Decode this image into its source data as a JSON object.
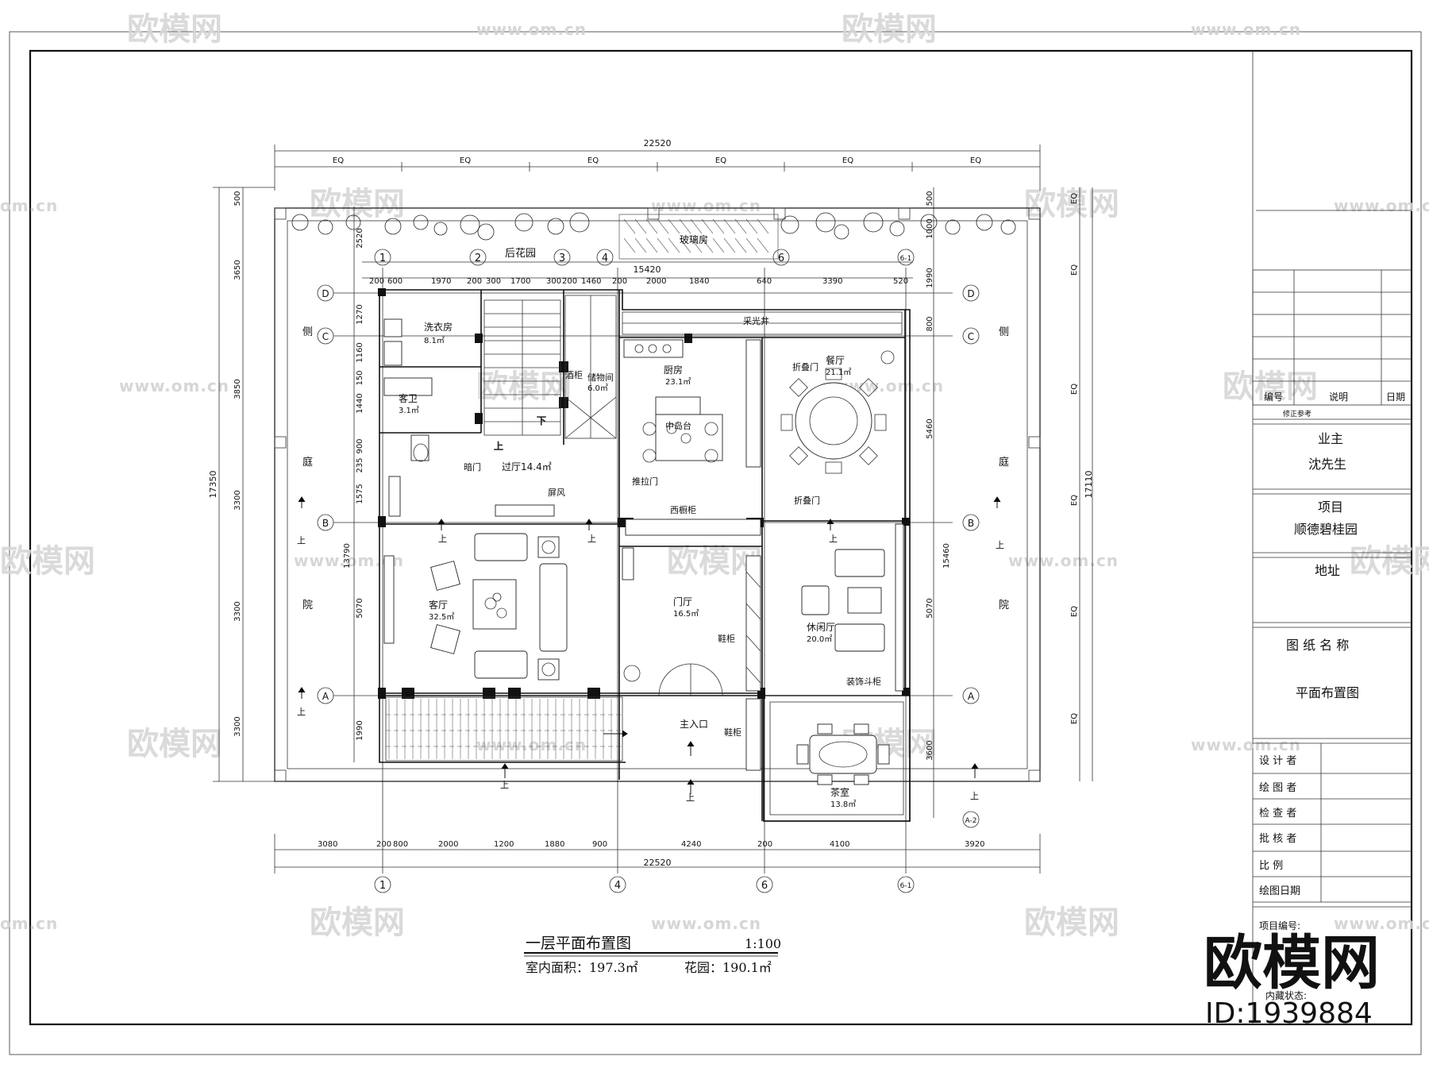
{
  "watermark": {
    "logo": "欧模网",
    "url": "www.om.cn",
    "url_short": "om.cn",
    "big_logo": "欧模网",
    "id_text": "ID:1939884"
  },
  "plan": {
    "title": "一层平面布置图",
    "scale": "1:100",
    "indoor_area": "室内面积：197.3㎡",
    "garden_area": "花园：190.1㎡"
  },
  "dimensions": {
    "overall_width": "22520",
    "eq": "EQ",
    "top_inner": [
      "200",
      "600",
      "1970",
      "200",
      "300",
      "1700",
      "300",
      "200",
      "1460",
      "200",
      "2000",
      "1840",
      "640",
      "3390",
      "520"
    ],
    "top_inner_total": "15420",
    "bottom": [
      "3080",
      "200",
      "800",
      "2000",
      "1200",
      "1880",
      "900",
      "4240",
      "200",
      "4100",
      "3920"
    ],
    "left_outer": [
      "500",
      "3650",
      "3850",
      "3300",
      "3300",
      "3300"
    ],
    "left_outer_total": "17350",
    "left_inner": [
      "2520",
      "1270",
      "1160",
      "150",
      "1440",
      "900",
      "235",
      "1575",
      "5070",
      "1990"
    ],
    "left_inner_total": "13790",
    "right_inner": [
      "500",
      "1000",
      "1990",
      "800",
      "5460",
      "5070",
      "3600"
    ],
    "right_inner_total": "15460",
    "right_outer_total": "17110"
  },
  "axes": {
    "numbers_top": [
      "1",
      "2",
      "3",
      "4",
      "6",
      "6-1"
    ],
    "numbers_bottom": [
      "1",
      "4",
      "6",
      "6-1"
    ],
    "letters": [
      "D",
      "C",
      "B",
      "A"
    ],
    "extra": "A-2"
  },
  "rooms": {
    "back_garden": "后花园",
    "glass_room": "玻璃房",
    "laundry": "洗衣房",
    "laundry_area": "8.1㎡",
    "guest_bath": "客卫",
    "guest_bath_area": "3.1㎡",
    "storage": "储物间",
    "storage_area": "6.0㎡",
    "kitchen": "厨房",
    "kitchen_area": "23.1㎡",
    "island": "中岛台",
    "dining": "餐厅",
    "dining_area": "21.1㎡",
    "hall": "过厅14.4㎡",
    "living": "客厅",
    "living_area": "32.5㎡",
    "foyer": "门厅",
    "foyer_area": "16.5㎡",
    "lounge": "休闲厅",
    "lounge_area": "20.0㎡",
    "tea": "茶室",
    "tea_area": "13.8㎡",
    "skylight": "采光井",
    "main_entry": "主入口",
    "side_yard": [
      "侧",
      "庭",
      "院"
    ]
  },
  "labels": {
    "folding_door_1": "折叠门",
    "folding_door_2": "折叠门",
    "hidden_door": "暗门",
    "sliding_door": "推拉门",
    "screen": "屏风",
    "wine_cabinet": "酒柜",
    "western_cabinet": "西橱柜",
    "shoe_cabinet_1": "鞋柜",
    "shoe_cabinet_2": "鞋柜",
    "decor_partition": "装饰斗柜",
    "up": "上",
    "down": "下"
  },
  "title_block": {
    "revision_no": "编号",
    "revision_desc": "说明",
    "revision_date": "日期",
    "revision_ref": "修正参考",
    "owner_label": "业主",
    "owner": "沈先生",
    "project_label": "项目",
    "project": "顺德碧桂园",
    "address_label": "地址",
    "drawing_name_label": "图 纸 名 称",
    "drawing_name": "平面布置图",
    "designer": "设 计 者",
    "drafter": "绘 图 者",
    "checker": "检 查 者",
    "approver": "批 核 者",
    "scale_label": "比 例",
    "date_label": "绘图日期",
    "project_no": "项目编号:",
    "archive": "内藏状态:"
  }
}
